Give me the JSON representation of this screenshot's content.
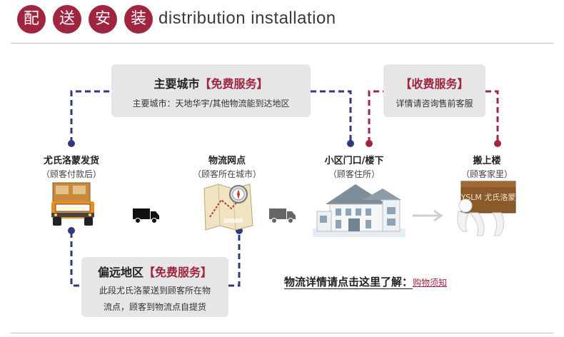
{
  "header": {
    "chars": [
      "配",
      "送",
      "安",
      "装"
    ],
    "title": "distribution installation"
  },
  "boxes": {
    "main_city": {
      "title_main": "主要城市",
      "title_tag": "【免费服务】",
      "desc": "主要城市：天地华宇/其他物流能到达地区"
    },
    "paid": {
      "title_tag": "【收费服务】",
      "desc": "详情请咨询售前客服"
    },
    "remote": {
      "title_main": "偏远地区",
      "title_tag": "【免费服务】",
      "desc_line1": "此段尤氏洛蒙送到顾客所在物",
      "desc_line2": "流点，顾客到物流点自提货"
    }
  },
  "nodes": [
    {
      "name": "尤氏洛蒙发货",
      "cond": "（顾客付款后）",
      "icon": "delivery-truck-icon"
    },
    {
      "name": "物流网点",
      "cond": "（顾客所在城市）",
      "icon": "map-compass-icon"
    },
    {
      "name": "小区门口/楼下",
      "cond": "（顾客住所）",
      "icon": "house-icon"
    },
    {
      "name": "搬上楼",
      "cond": "（顾客家里）",
      "icon": "carrying-box-icon"
    }
  ],
  "box_label": "YSLM 尤氏洛蒙",
  "footer": {
    "link_text": "物流详情请点击这里了解：",
    "shop_link": "购物须知"
  },
  "colors": {
    "accent": "#a0253f",
    "navy": "#2e3a7a",
    "box_bg": "#e6e6e6"
  }
}
